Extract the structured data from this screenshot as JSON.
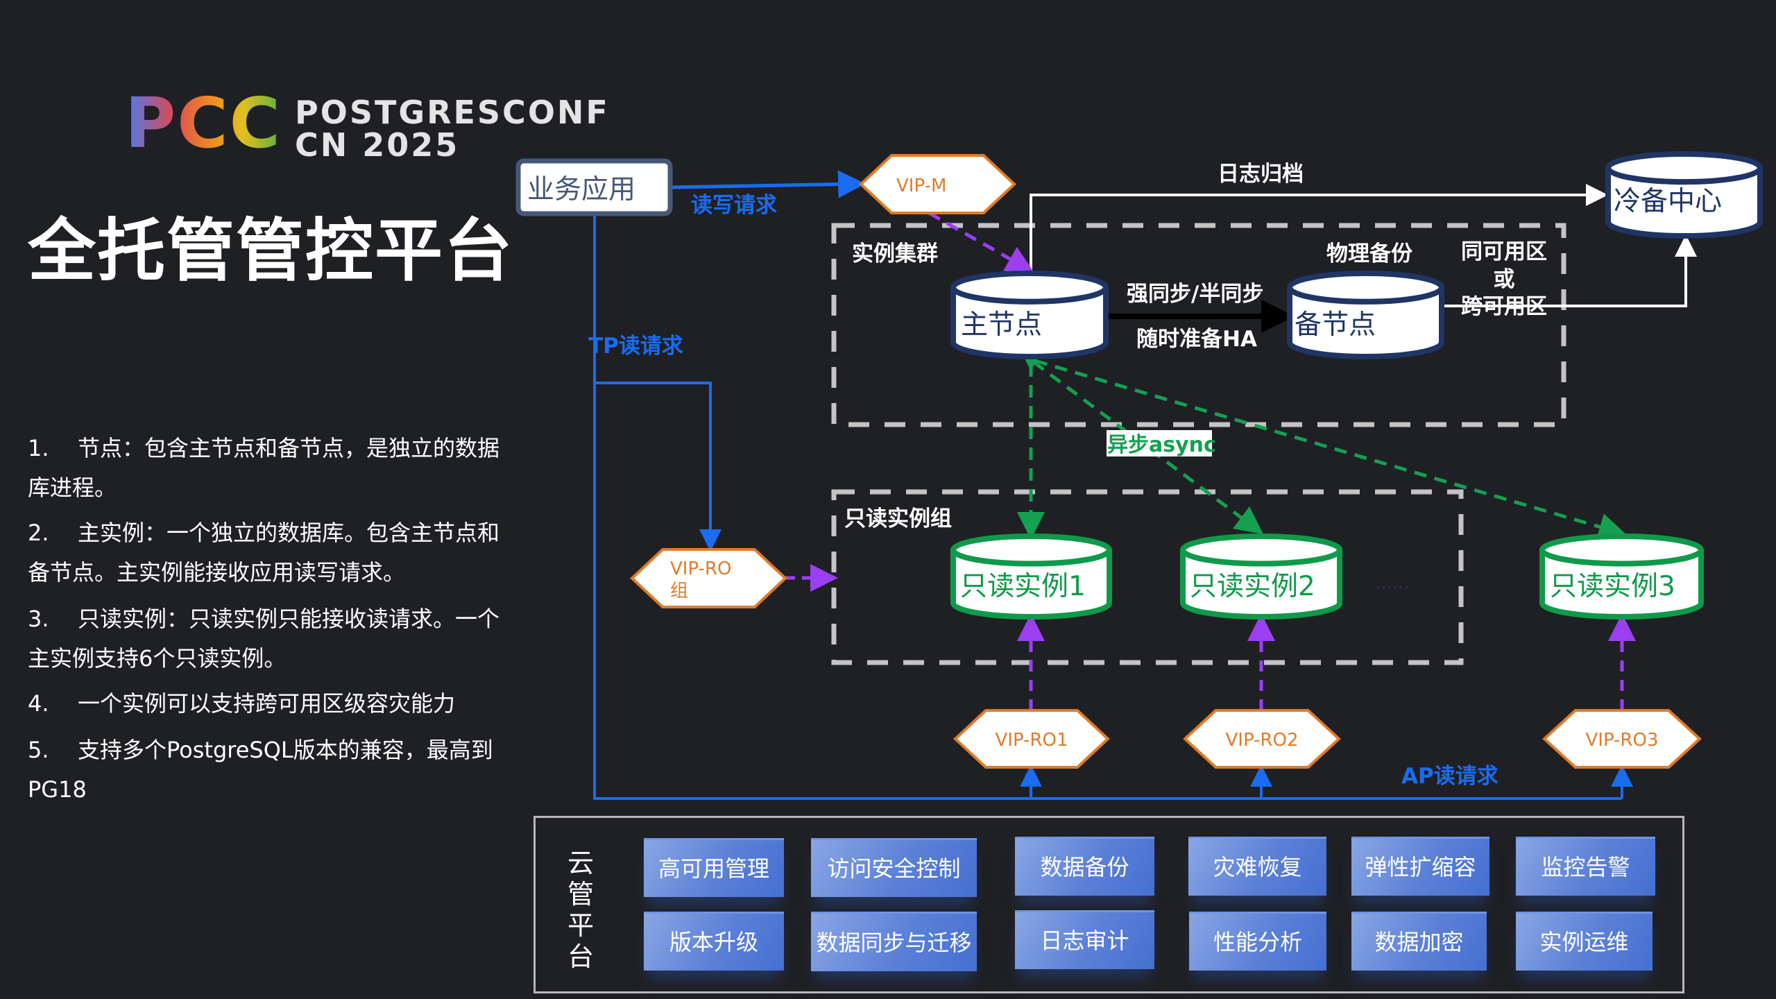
{
  "logo": {
    "mark": "PCC",
    "line1": "POSTGRESCONF",
    "line2": "CN 2025"
  },
  "title": "全托管管控平台",
  "notes": [
    {
      "num": "1.",
      "text": "节点：包含主节点和备节点，是独立的数据库进程。"
    },
    {
      "num": "2.",
      "text": "主实例：一个独立的数据库。包含主节点和备节点。主实例能接收应用读写请求。"
    },
    {
      "num": "3.",
      "text": "只读实例：只读实例只能接收读请求。一个主实例支持6个只读实例。"
    },
    {
      "num": "4.",
      "text": "一个实例可以支持跨可用区级容灾能力"
    },
    {
      "num": "5.",
      "text": "支持多个PostgreSQL版本的兼容，最高到PG18"
    }
  ],
  "diagram": {
    "app": "业务应用",
    "rw_request": "读写请求",
    "tp_read_request": "TP读请求",
    "ap_read_request": "AP读请求",
    "vip_m": "VIP-M",
    "vip_ro_group": [
      "VIP-RO",
      "组"
    ],
    "cluster_label": "实例集群",
    "primary": "主节点",
    "standby": "备节点",
    "sync_label": "强同步/半同步",
    "ha_label": "随时准备HA",
    "physical_backup": "物理备份",
    "zone_label": [
      "同可用区",
      "或",
      "跨可用区"
    ],
    "log_archive": "日志归档",
    "cold_backup": "冷备中心",
    "async_label": "异步async",
    "ro_group_label": "只读实例组",
    "ro_instances": [
      "只读实例1",
      "只读实例2",
      "只读实例3"
    ],
    "ellipsis": "......",
    "vip_ro": [
      "VIP-RO1",
      "VIP-RO2",
      "VIP-RO3"
    ]
  },
  "cloud_platform": {
    "title": "云管平台",
    "features": [
      "高可用管理",
      "访问安全控制",
      "数据备份",
      "灾难恢复",
      "弹性扩缩容",
      "监控告警",
      "版本升级",
      "数据同步与迁移",
      "日志审计",
      "性能分析",
      "数据加密",
      "实例运维"
    ]
  },
  "colors": {
    "background": "#1f2024",
    "node_border": "#1f3566",
    "ro_border": "#0f9a4a",
    "vip_border": "#e07b28",
    "request_line": "#1a6cf0",
    "vip_link": "#9b3ff0",
    "async_link": "#14a050",
    "feature_button": "#5b80d6"
  }
}
